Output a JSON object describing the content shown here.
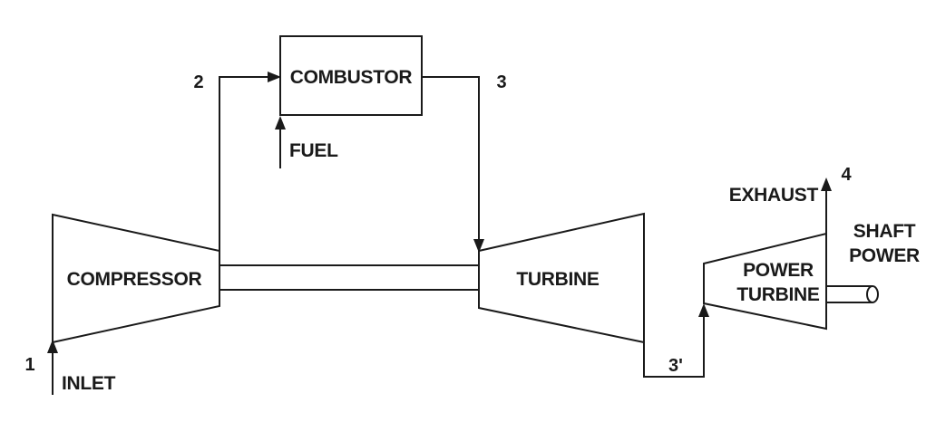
{
  "components": {
    "compressor": "COMPRESSOR",
    "combustor": "COMBUSTOR",
    "turbine": "TURBINE",
    "power_turbine_line1": "POWER",
    "power_turbine_line2": "TURBINE"
  },
  "streams": {
    "inlet": "INLET",
    "fuel": "FUEL",
    "exhaust": "EXHAUST",
    "shaft_power_line1": "SHAFT",
    "shaft_power_line2": "POWER"
  },
  "stations": {
    "s1": "1",
    "s2": "2",
    "s3": "3",
    "s3prime": "3'",
    "s4": "4"
  },
  "colors": {
    "ink": "#1a1a1a",
    "background": "#ffffff"
  }
}
